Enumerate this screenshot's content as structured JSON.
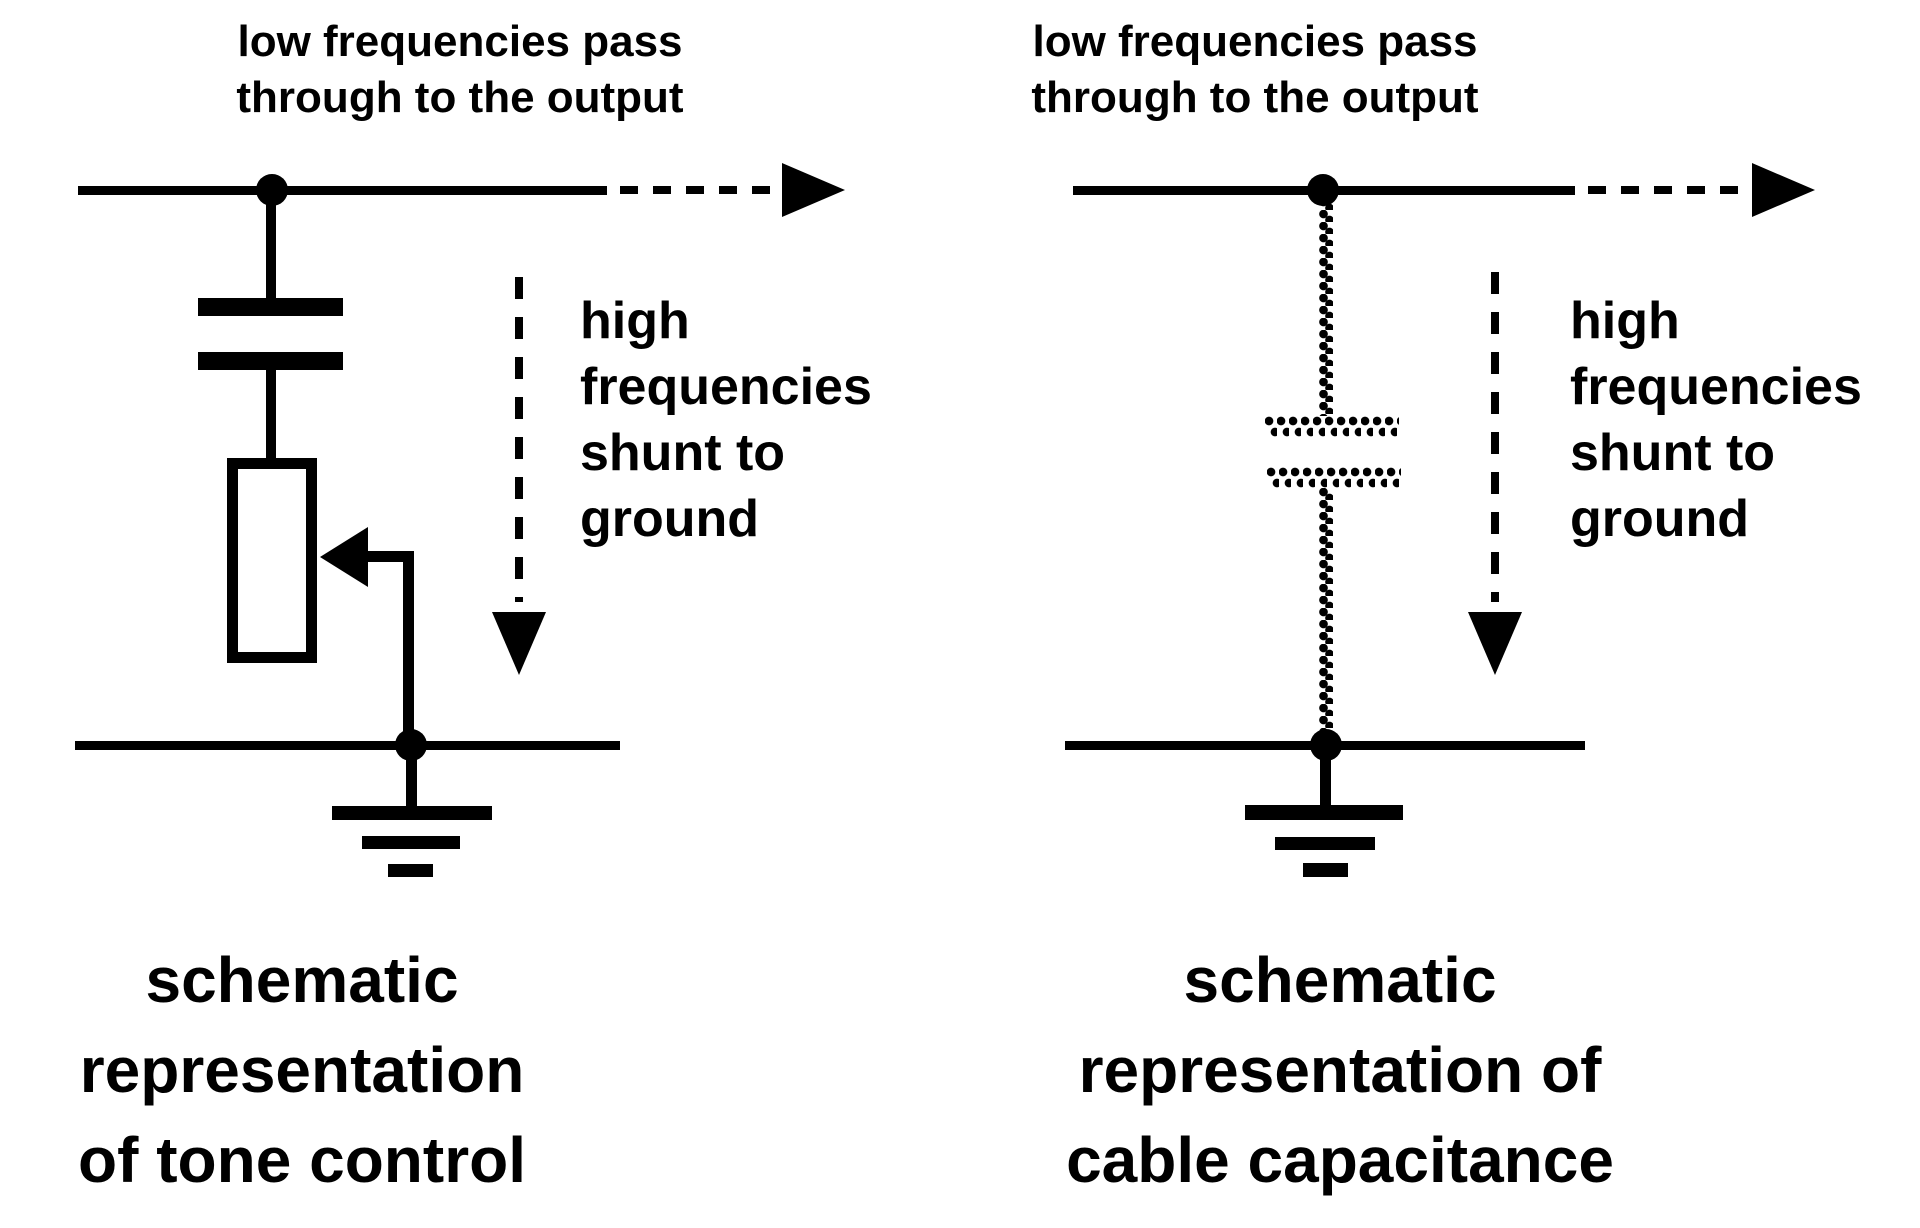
{
  "colors": {
    "ink": "#000000",
    "bg": "#ffffff"
  },
  "diagrams": [
    {
      "id": "tone-control",
      "top_label": "low frequencies pass\nthrough to the output",
      "shunt_label": "high\nfrequencies\nshunt to\nground",
      "caption": "schematic\nrepresentation\nof tone control",
      "components": [
        "input wire",
        "junction",
        "capacitor",
        "potentiometer",
        "wiper",
        "ground"
      ]
    },
    {
      "id": "cable-capacitance",
      "top_label": "low frequencies pass\nthrough to the output",
      "shunt_label": "high\nfrequencies\nshunt to\nground",
      "caption": "schematic\nrepresentation of\ncable capacitance",
      "components": [
        "input wire",
        "junction",
        "cable capacitance (textured capacitor)",
        "ground"
      ]
    }
  ]
}
